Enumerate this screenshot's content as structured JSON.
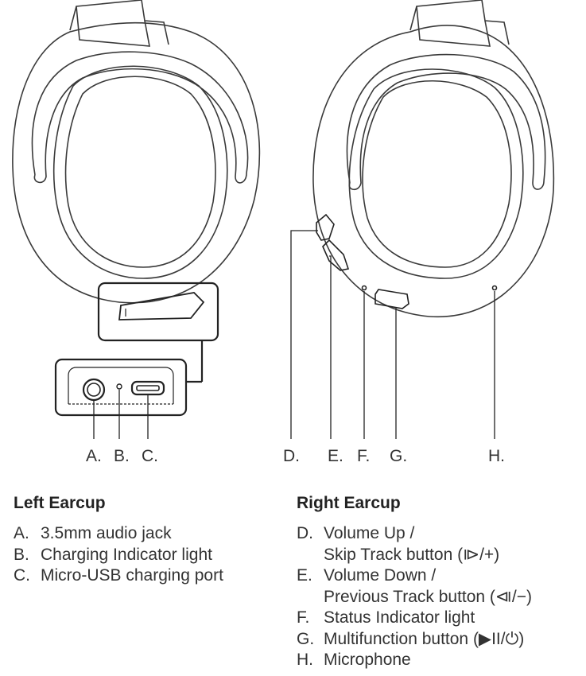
{
  "callouts": {
    "a": "A.",
    "b": "B.",
    "c": "C.",
    "d": "D.",
    "e": "E.",
    "f": "F.",
    "g": "G.",
    "h": "H."
  },
  "left": {
    "title": "Left Earcup",
    "items": [
      {
        "letter": "A.",
        "text": "3.5mm audio jack"
      },
      {
        "letter": "B.",
        "text": "Charging Indicator light"
      },
      {
        "letter": "C.",
        "text": "Micro-USB charging port"
      }
    ]
  },
  "right": {
    "title": "Right Earcup",
    "items": [
      {
        "letter": "D.",
        "text": "Volume Up /",
        "cont": "Skip Track button (⧐/+)"
      },
      {
        "letter": "E.",
        "text": "Volume Down /",
        "cont": "Previous Track button (⧏/−)"
      },
      {
        "letter": "F.",
        "text": "Status Indicator light"
      },
      {
        "letter": "G.",
        "text": "Multifunction button (▶II/⏻)"
      },
      {
        "letter": "H.",
        "text": "Microphone"
      }
    ]
  },
  "colors": {
    "line": "#222222",
    "outline": "#3a3a3a"
  }
}
